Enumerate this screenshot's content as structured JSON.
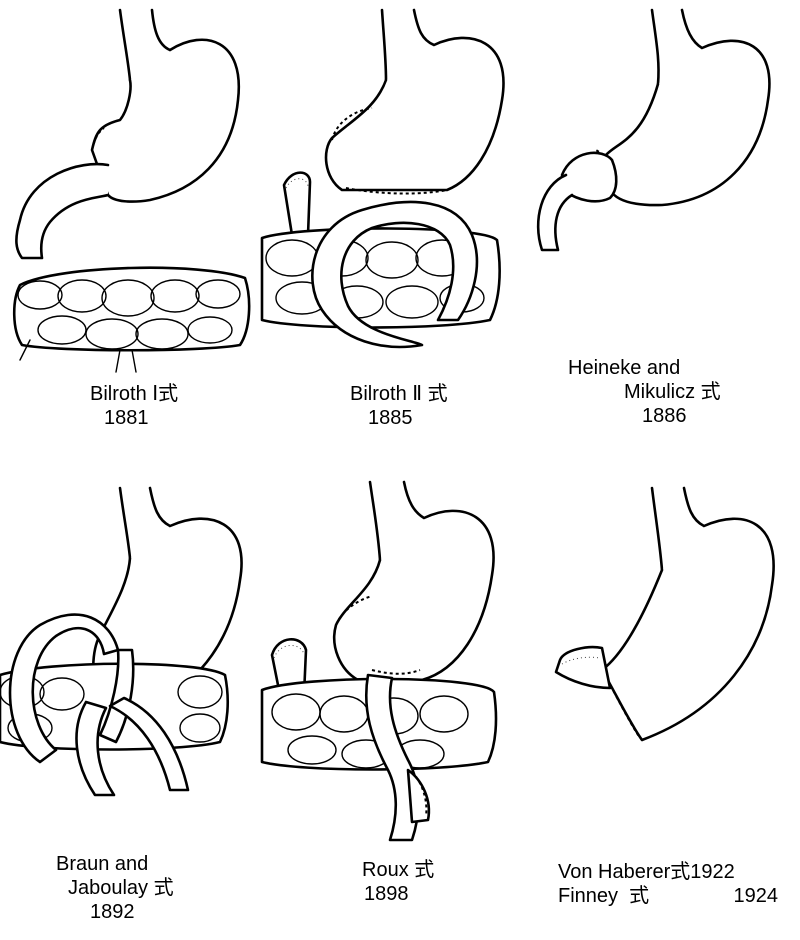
{
  "procedures": [
    {
      "name_line1": "Bilroth Ⅰ式",
      "name_line2": "",
      "year": "1881"
    },
    {
      "name_line1": "Bilroth Ⅱ 式",
      "name_line2": "",
      "year": "1885"
    },
    {
      "name_line1": "Heineke and",
      "name_line2": "Mikulicz 式",
      "year": "1886"
    },
    {
      "name_line1": "Braun and",
      "name_line2": "Jaboulay 式",
      "year": "1892"
    },
    {
      "name_line1": "Roux 式",
      "name_line2": "",
      "year": "1898"
    },
    {
      "name_line1": "Von Haberer式1922",
      "name_line2": "Finney  式",
      "year": "1924"
    }
  ]
}
